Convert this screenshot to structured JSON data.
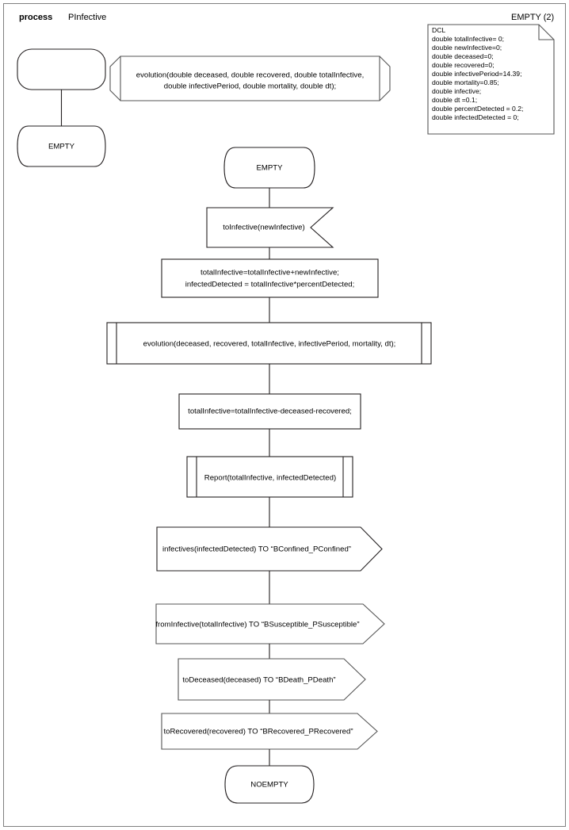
{
  "header": {
    "keyword": "process",
    "process_name": "PInfective",
    "page_label": "EMPTY (2)"
  },
  "declaration_note": {
    "title": "DCL",
    "lines": [
      "DCL",
      "double totalInfective= 0;",
      "double newInfective=0;",
      "double deceased=0;",
      "double recovered=0;",
      "double infectivePeriod=14.39;",
      "double mortality=0.85;",
      "double infective;",
      "double dt =0.1;",
      "double percentDetected = 0.2;",
      "double infectedDetected = 0;"
    ]
  },
  "start_branch": {
    "start_symbol_label": "",
    "state_label": "EMPTY",
    "procedure_decl": {
      "line1": "evolution(double deceased, double recovered, double totalInfective,",
      "line2": "double infectivePeriod, double mortality, double dt);"
    }
  },
  "main_flow": [
    {
      "id": "state-empty",
      "type": "state",
      "label": "EMPTY"
    },
    {
      "id": "input-toinfective",
      "type": "input",
      "label": "toInfective(newInfective)"
    },
    {
      "id": "task-update-totals",
      "type": "task",
      "line1": "totalInfective=totalInfective+newInfective;",
      "line2": "infectedDetected = totalInfective*percentDetected;"
    },
    {
      "id": "call-evolution",
      "type": "procedure-call",
      "label": "evolution(deceased, recovered, totalInfective, infectivePeriod, mortality, dt);"
    },
    {
      "id": "task-subtract",
      "type": "task",
      "label": "totalInfective=totalInfective-deceased-recovered;"
    },
    {
      "id": "call-report",
      "type": "procedure-call",
      "label": "Report(totalInfective, infectedDetected)"
    },
    {
      "id": "output-infectives",
      "type": "output",
      "label": "infectives(infectedDetected) TO “BConfined_PConfined”"
    },
    {
      "id": "output-frominfective",
      "type": "output",
      "label": "fromInfective(totalInfective) TO “BSusceptible_PSusceptible”"
    },
    {
      "id": "output-todeceased",
      "type": "output",
      "label": "toDeceased(deceased) TO “BDeath_PDeath”"
    },
    {
      "id": "output-torecovered",
      "type": "output",
      "label": "toRecovered(recovered) TO “BRecovered_PRecovered”"
    },
    {
      "id": "state-noempty",
      "type": "state",
      "label": "NOEMPTY"
    }
  ],
  "colors": {
    "stroke": "#231f20",
    "soft_stroke": "#555555",
    "frame": "#808080",
    "background": "#ffffff",
    "text": "#000000"
  }
}
